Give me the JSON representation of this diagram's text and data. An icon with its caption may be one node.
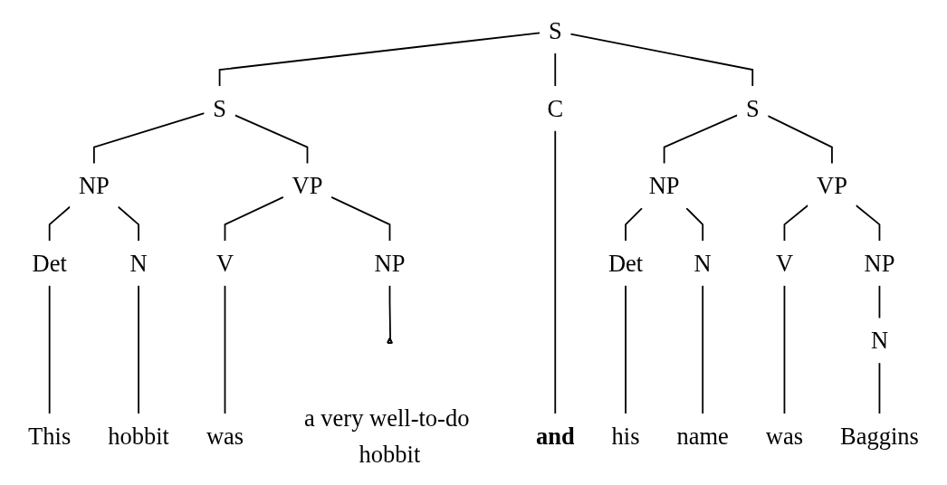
{
  "diagram": {
    "nodes": [
      {
        "text": [
          "S"
        ]
      },
      {
        "text": [
          "S"
        ]
      },
      {
        "text": [
          "C"
        ]
      },
      {
        "text": [
          "S"
        ]
      },
      {
        "text": [
          "NP"
        ]
      },
      {
        "text": [
          "VP"
        ]
      },
      {
        "text": [
          "NP"
        ]
      },
      {
        "text": [
          "VP"
        ]
      },
      {
        "text": [
          "Det"
        ]
      },
      {
        "text": [
          "N"
        ]
      },
      {
        "text": [
          "V"
        ]
      },
      {
        "text": [
          "NP"
        ]
      },
      {
        "text": [
          "Det"
        ]
      },
      {
        "text": [
          "N"
        ]
      },
      {
        "text": [
          "V"
        ]
      },
      {
        "text": [
          "NP"
        ]
      },
      {
        "text": [],
        "shape": "triangle"
      },
      {
        "text": [
          "N"
        ]
      },
      {
        "text": [
          "This"
        ]
      },
      {
        "text": [
          "hobbit"
        ]
      },
      {
        "text": [
          "was"
        ]
      },
      {
        "text": [
          "a very well-to-do hobbit"
        ]
      },
      {
        "text": [
          "and"
        ]
      },
      {
        "text": [
          "his"
        ]
      },
      {
        "text": [
          "name"
        ]
      },
      {
        "text": [
          "was"
        ]
      },
      {
        "text": [
          "Baggins"
        ]
      }
    ],
    "edges": [
      {
        "from": 0,
        "to": 1,
        "arrow": "none"
      },
      {
        "from": 0,
        "to": 2,
        "arrow": "none"
      },
      {
        "from": 0,
        "to": 3,
        "arrow": "none"
      },
      {
        "from": 1,
        "to": 4,
        "arrow": "none"
      },
      {
        "from": 1,
        "to": 5,
        "arrow": "none"
      },
      {
        "from": 3,
        "to": 6,
        "arrow": "none"
      },
      {
        "from": 3,
        "to": 7,
        "arrow": "none"
      },
      {
        "from": 4,
        "to": 8,
        "arrow": "none"
      },
      {
        "from": 4,
        "to": 9,
        "arrow": "none"
      },
      {
        "from": 5,
        "to": 10,
        "arrow": "none"
      },
      {
        "from": 5,
        "to": 11,
        "arrow": "none"
      },
      {
        "from": 6,
        "to": 12,
        "arrow": "none"
      },
      {
        "from": 6,
        "to": 13,
        "arrow": "none"
      },
      {
        "from": 7,
        "to": 14,
        "arrow": "none"
      },
      {
        "from": 7,
        "to": 15,
        "arrow": "none"
      },
      {
        "from": 11,
        "to": 16,
        "arrow": "none"
      },
      {
        "from": 15,
        "to": 17,
        "arrow": "none"
      },
      {
        "from": 8,
        "to": 18,
        "arrow": "none"
      },
      {
        "from": 9,
        "to": 19,
        "arrow": "none"
      },
      {
        "from": 10,
        "to": 20,
        "arrow": "none"
      },
      {
        "from": 2,
        "to": 22,
        "arrow": "none"
      },
      {
        "from": 12,
        "to": 23,
        "arrow": "none"
      },
      {
        "from": 13,
        "to": 24,
        "arrow": "none"
      },
      {
        "from": 14,
        "to": 25,
        "arrow": "none"
      },
      {
        "from": 17,
        "to": 26,
        "arrow": "none"
      }
    ]
  }
}
